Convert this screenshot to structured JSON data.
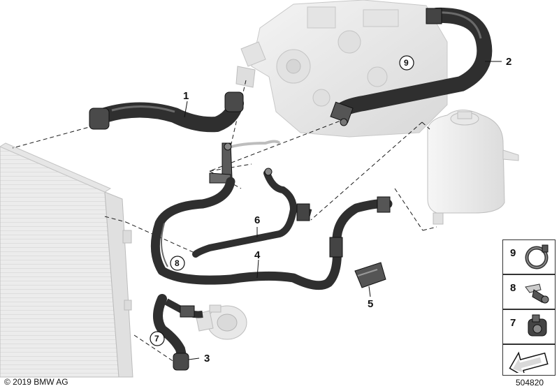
{
  "callouts": {
    "c1": "1",
    "c2": "2",
    "c3": "3",
    "c4": "4",
    "c5": "5",
    "c6": "6",
    "c7": "7",
    "c8": "8",
    "c9": "9"
  },
  "legend": {
    "items": [
      {
        "number": "9",
        "icon": "hose-clamp-icon"
      },
      {
        "number": "8",
        "icon": "hose-bracket-icon"
      },
      {
        "number": "7",
        "icon": "hose-clip-icon"
      },
      {
        "number": "",
        "icon": "arrow-placeholder-icon"
      }
    ]
  },
  "footer": {
    "copyright": "© 2019 BMW AG",
    "diagram_id": "504820"
  },
  "colors": {
    "hose": "#2f2f2f",
    "hose_highlight": "#6a6a6a",
    "engine": "#e6e6e6",
    "line": "#1a1a1a"
  }
}
